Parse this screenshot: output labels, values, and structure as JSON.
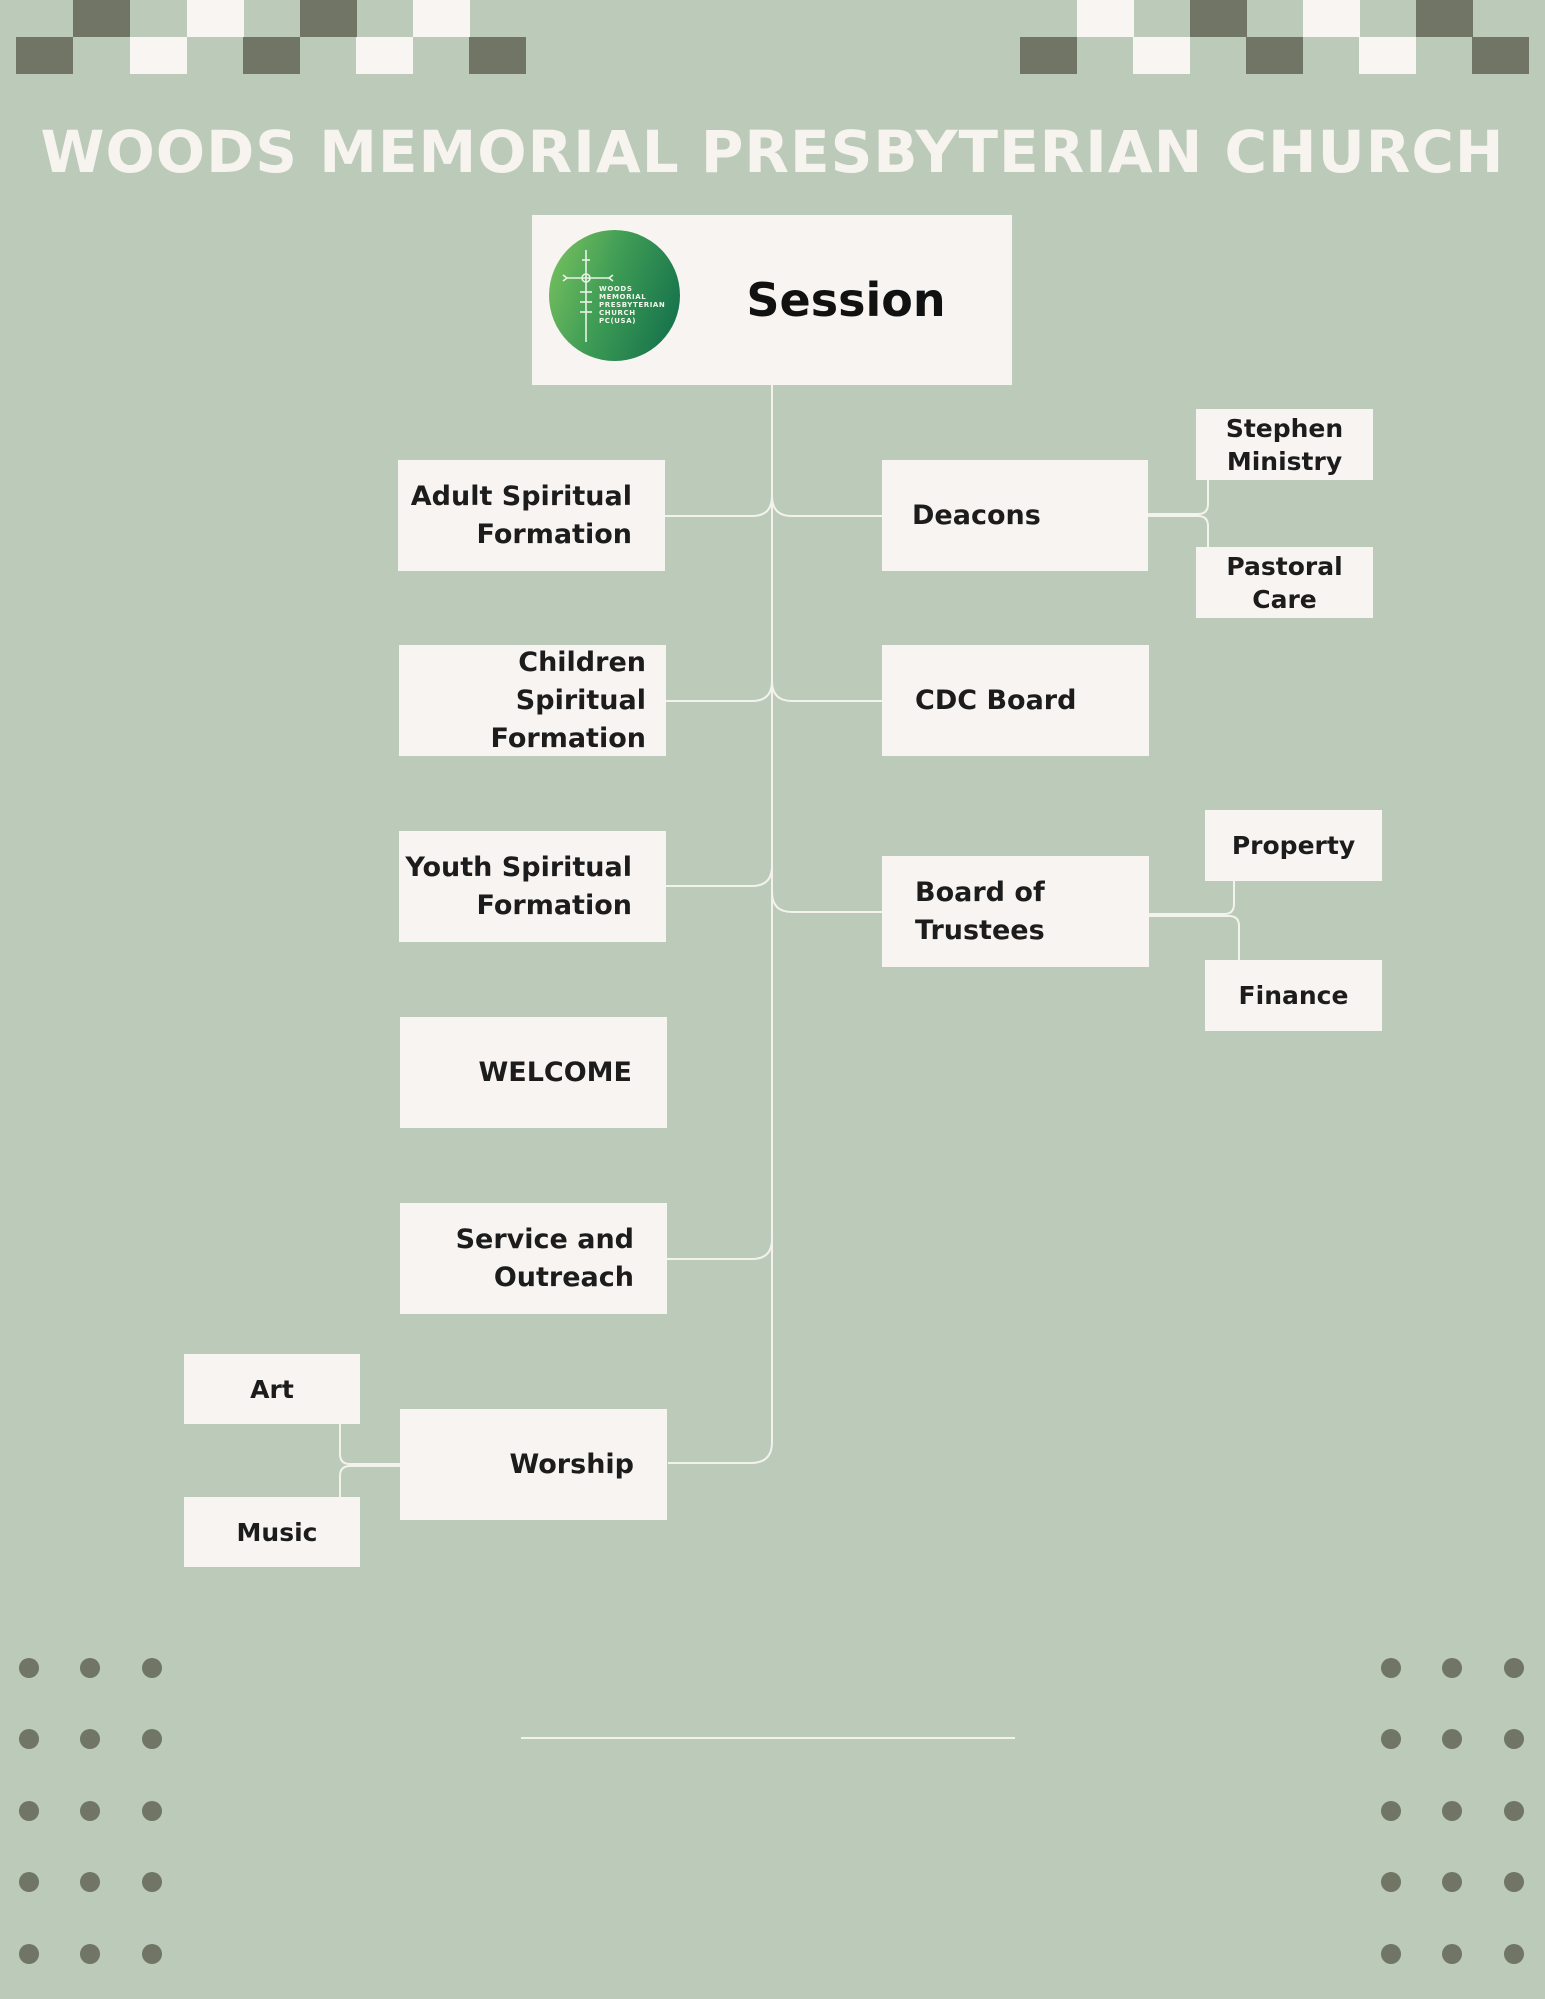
{
  "title": "WOODS MEMORIAL PRESBYTERIAN CHURCH",
  "colors": {
    "background": "#bbcab9",
    "box": "#f7f4f1",
    "title_text": "#f7f3ee",
    "connector": "#f3f2ec",
    "decor_dark": "#707566",
    "decor_light": "#f8f5f2",
    "logo_green_light": "#7dc460",
    "logo_green_dark": "#0f6b4a"
  },
  "logo": {
    "icon": "cross-logo-icon",
    "lines": [
      "WOODS",
      "MEMORIAL",
      "PRESBYTERIAN",
      "CHURCH",
      "PC(USA)"
    ]
  },
  "nodes": {
    "session": "Session",
    "adult": "Adult Spiritual\nFormation",
    "children": "Children Spiritual\nFormation",
    "youth": "Youth Spiritual\nFormation",
    "welcome": "WELCOME",
    "service": "Service and\nOutreach",
    "worship": "Worship",
    "art": "Art",
    "music": "Music",
    "deacons": "Deacons",
    "stephen": "Stephen\nMinistry",
    "pastoral": "Pastoral\nCare",
    "cdc": "CDC Board",
    "trustees": "Board of\nTrustees",
    "property": "Property",
    "finance": "Finance"
  }
}
